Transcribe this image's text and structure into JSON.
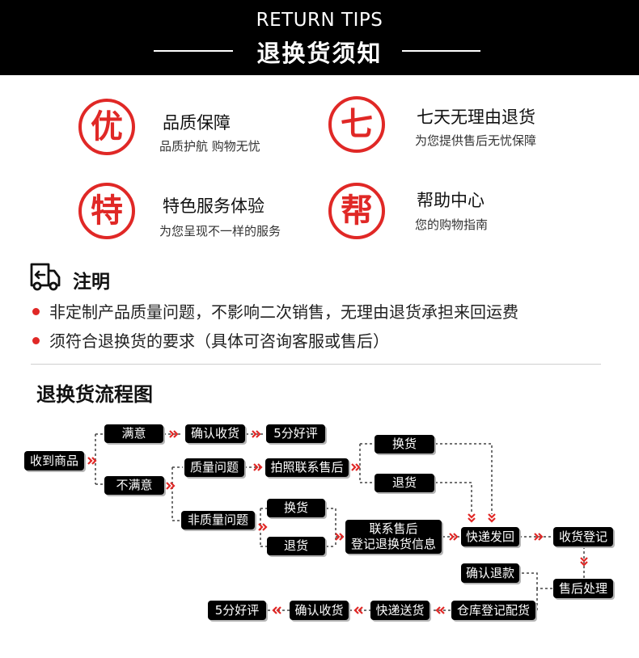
{
  "header": {
    "title_en": "RETURN TIPS",
    "title_zh": "退换货须知"
  },
  "features": [
    {
      "char": "优",
      "title": "品质保障",
      "subtitle": "品质护航 购物无忧"
    },
    {
      "char": "七",
      "title": "七天无理由退货",
      "subtitle": "为您提供售后无忧保障"
    },
    {
      "char": "特",
      "title": "特色服务体验",
      "subtitle": "为您呈现不一样的服务"
    },
    {
      "char": "帮",
      "title": "帮助中心",
      "subtitle": "您的购物指南"
    }
  ],
  "notice": {
    "title": "注明",
    "items": [
      "非定制产品质量问题，不影响二次销售，无理由退货承担来回运费",
      "须符合退换货的要求（具体可咨询客服或售后）"
    ]
  },
  "flow": {
    "title": "退换货流程图",
    "nodes": {
      "receive": "收到商品",
      "satisfied": "满意",
      "confirm1": "确认收货",
      "rate1": "5分好评",
      "unsatisfied": "不满意",
      "quality": "质量问题",
      "photo": "拍照联系售后",
      "exchange_a": "换货",
      "return_a": "退货",
      "nonquality": "非质量问题",
      "exchange_b": "换货",
      "return_b": "退货",
      "contact_1": "联系售后",
      "contact_2": "登记退换货信息",
      "express_back": "快递发回",
      "receipt_reg": "收货登记",
      "refund": "确认退款",
      "aftersale": "售后处理",
      "warehouse": "仓库登记配货",
      "express_send": "快递送货",
      "confirm2": "确认收货",
      "rate2": "5分好评"
    }
  },
  "colors": {
    "accent": "#e02826",
    "header_bg": "#000000",
    "box_bg": "#000000"
  },
  "icons": {
    "notice": "delivery-truck-return-icon",
    "flow_arrow": "double-chevron-right-icon"
  }
}
